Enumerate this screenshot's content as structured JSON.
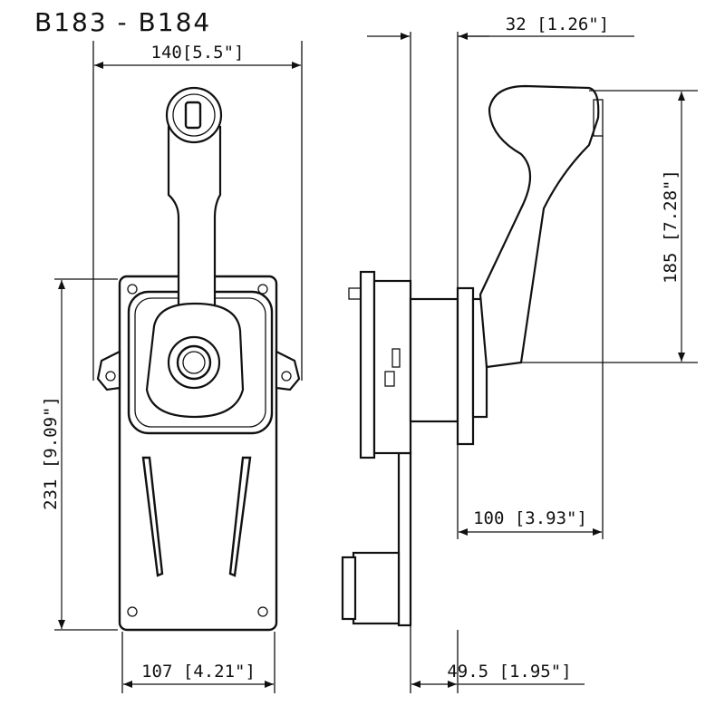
{
  "title": "B183 - B184",
  "dimensions": {
    "width_top": "140[5.5\"]",
    "offset_top": "32 [1.26\"]",
    "lever_height": "185 [7.28\"]",
    "plate_height": "231 [9.09\"]",
    "depth": "100 [3.93\"]",
    "plate_width": "107 [4.21\"]",
    "rear_depth": "49.5 [1.95\"]"
  }
}
